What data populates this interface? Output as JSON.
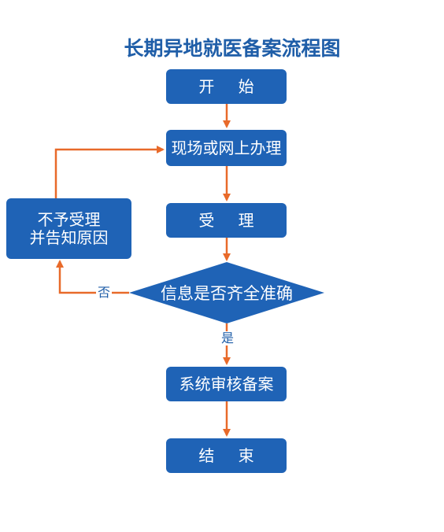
{
  "title": "长期异地就医备案流程图",
  "colors": {
    "box_fill": "#1f63b6",
    "title_text": "#1f5ea8",
    "arrow": "#e86a2a",
    "label_text": "#1f5ea8"
  },
  "nodes": {
    "start": "开 始",
    "apply": "现场或网上办理",
    "accept": "受 理",
    "check": "信息是否齐全准确",
    "review": "系统审核备案",
    "end": "结 束",
    "reject_line1": "不予受理",
    "reject_line2": "并告知原因"
  },
  "edges": {
    "yes_label": "是",
    "no_label": "否"
  }
}
